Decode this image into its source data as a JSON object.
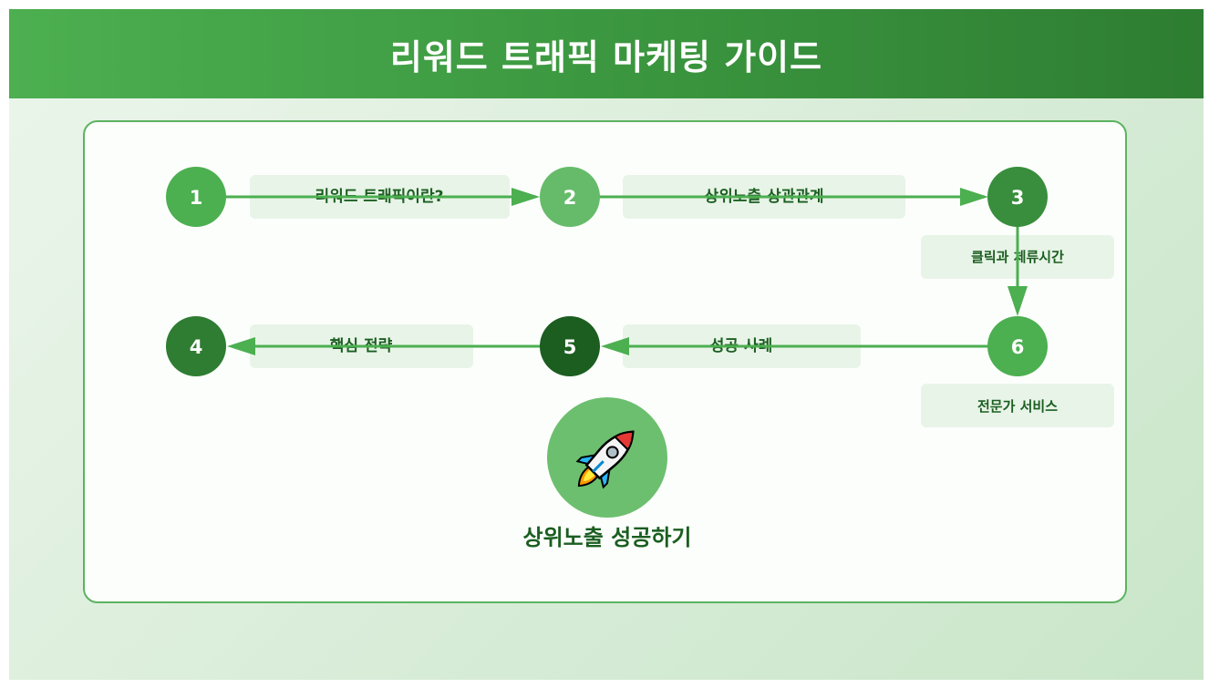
{
  "title": "리워드 트래픽 마케팅 가이드",
  "colors": {
    "primary": "#4caf50",
    "dark": "#2e7d32",
    "darker": "#1b5e20",
    "light": "#66bb6a",
    "label_bg": "#e8f4e8",
    "goal_circle": "#6cbf6e"
  },
  "steps": [
    {
      "number": "1",
      "color": "#4caf50"
    },
    {
      "number": "2",
      "color": "#66bb6a"
    },
    {
      "number": "3",
      "color": "#388e3c"
    },
    {
      "number": "4",
      "color": "#2e7d32"
    },
    {
      "number": "5",
      "color": "#1b5e20"
    },
    {
      "number": "6",
      "color": "#4caf50"
    }
  ],
  "labels": {
    "reward_traffic": "리워드 트래픽이란?",
    "ranking_relation": "상위노출 상관관계",
    "click_dwell": "클릭과 체류시간",
    "core_strategy": "핵심 전략",
    "success_cases": "성공 사례",
    "expert_service": "전문가 서비스"
  },
  "goal": {
    "icon": "rocket-icon",
    "text": "상위노출 성공하기"
  }
}
